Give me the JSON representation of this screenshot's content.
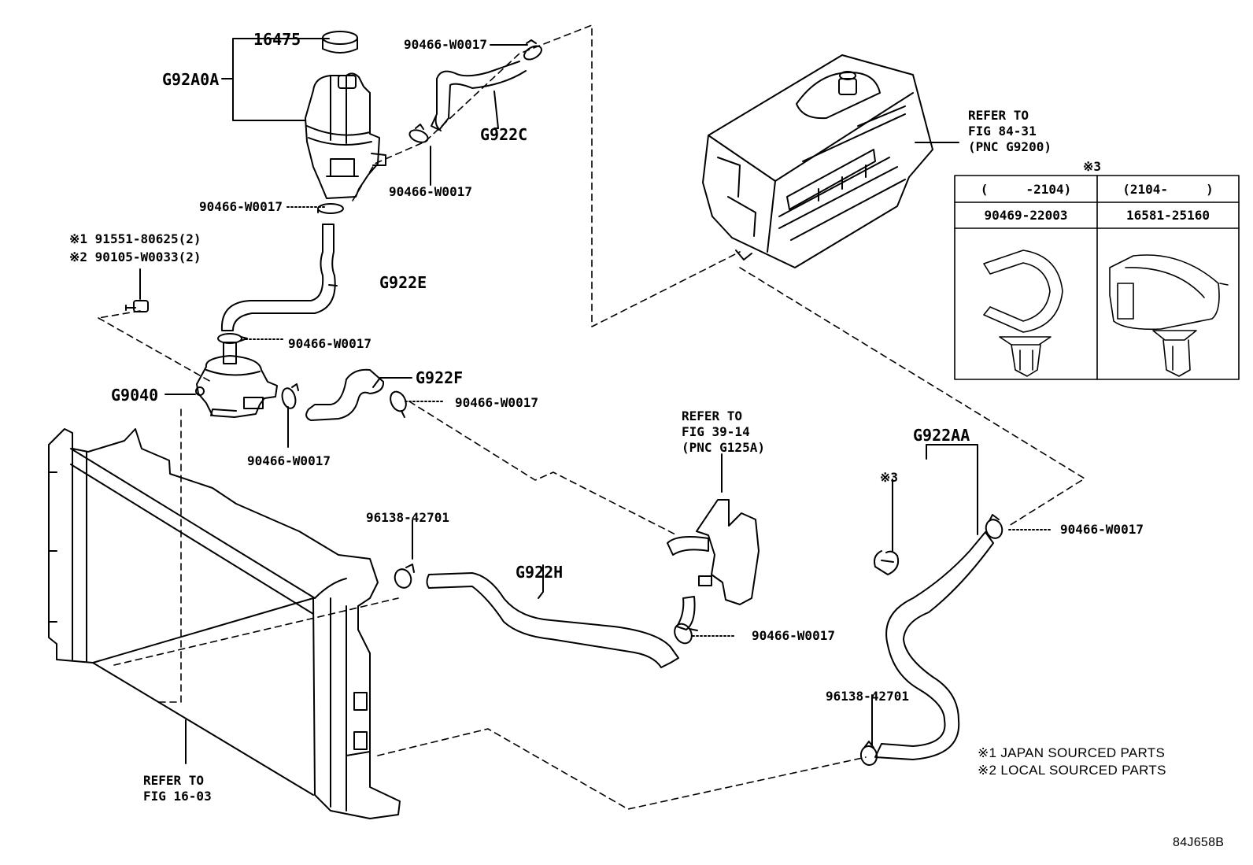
{
  "labels": {
    "p16475": "16475",
    "g92a0a": "G92A0A",
    "c_top": "90466-W0017",
    "g922c": "G922C",
    "c_tank_right": "90466-W0017",
    "c_tank_bottom": "90466-W0017",
    "note1_part": "※1 91551-80625(2)",
    "note2_part": "※2 90105-W0033(2)",
    "g922e": "G922E",
    "c_pump_top": "90466-W0017",
    "g9040": "G9040",
    "g922f": "G922F",
    "c_g922f": "90466-W0017",
    "c_pump_bottom": "90466-W0017",
    "refer_84": "REFER TO\nFIG 84-31\n(PNC G9200)",
    "refer_39": "REFER TO\nFIG 39-14\n(PNC G125A)",
    "clip_96138_left": "96138-42701",
    "g922h": "G922H",
    "c_g922h": "90466-W0017",
    "g922aa": "G922AA",
    "mark3_left": "※3",
    "c_g922aa": "90466-W0017",
    "clip_96138_right": "96138-42701",
    "refer_16": "REFER TO\nFIG 16-03",
    "legend1": "※1 JAPAN SOURCED PARTS",
    "legend2": "※2 LOCAL SOURCED PARTS",
    "diagram_id": "84J658B"
  },
  "table": {
    "mark": "※3",
    "col1_range": "(     -2104)",
    "col2_range": "(2104-     )",
    "col1_part": "90469-22003",
    "col2_part": "16581-25160"
  }
}
